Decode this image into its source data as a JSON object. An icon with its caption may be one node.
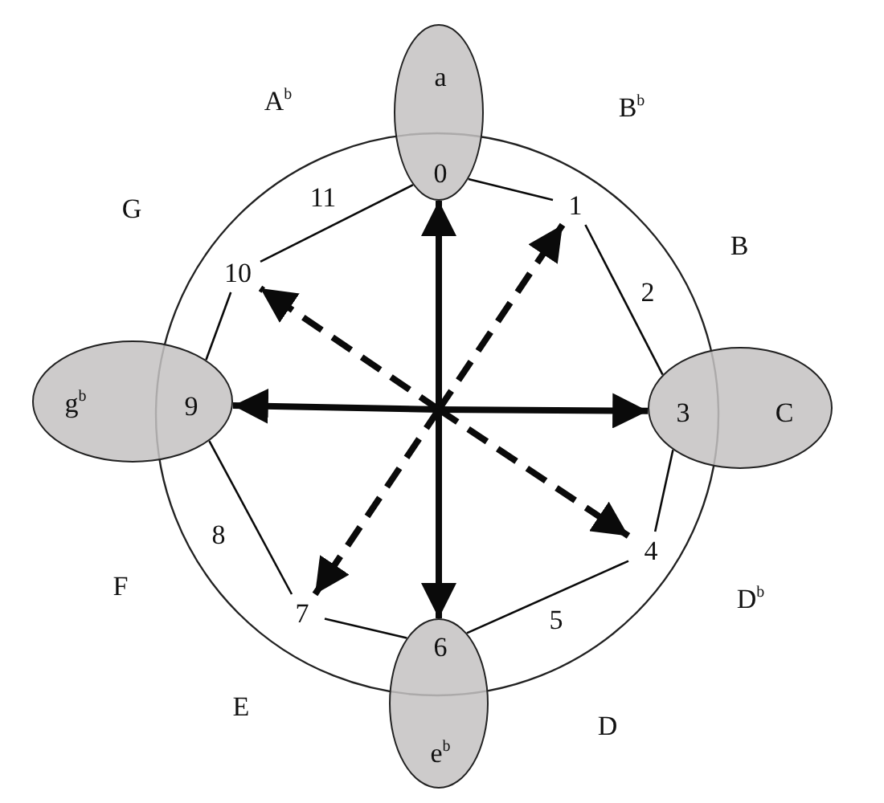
{
  "diagram": {
    "nodes": [
      {
        "text": [
          "a",
          "0"
        ]
      },
      {
        "text": [
          "1"
        ]
      },
      {
        "text": [
          "10"
        ]
      },
      {
        "text": [
          "g$^{b}$",
          "9"
        ]
      },
      {
        "text": [
          "3",
          "C"
        ]
      },
      {
        "text": [
          "7"
        ]
      },
      {
        "text": [
          "4"
        ]
      },
      {
        "text": [
          "6",
          "e$^{b}$"
        ]
      }
    ],
    "edges": [
      {
        "from": null,
        "to": 0,
        "arrow": "to",
        "style": "thick"
      },
      {
        "from": null,
        "to": 1,
        "arrow": "to",
        "style": "dashed"
      },
      {
        "from": null,
        "to": 2,
        "arrow": "to",
        "style": "dashed"
      },
      {
        "from": null,
        "to": 3,
        "arrow": "to",
        "style": "thick"
      },
      {
        "from": null,
        "to": 4,
        "arrow": "to",
        "style": "thick"
      },
      {
        "from": null,
        "to": 6,
        "arrow": "to",
        "style": "dashed"
      },
      {
        "from": null,
        "to": 5,
        "arrow": "to",
        "style": "dashed"
      },
      {
        "from": null,
        "to": 7,
        "arrow": "to",
        "style": "thick"
      },
      {
        "from": 0,
        "to": 1,
        "arrow": "none"
      },
      {
        "from": 1,
        "to": 4,
        "arrow": "none",
        "label": "2"
      },
      {
        "from": 4,
        "to": 6,
        "arrow": "none"
      },
      {
        "from": 6,
        "to": 7,
        "arrow": "none",
        "label": "5"
      },
      {
        "from": 7,
        "to": 5,
        "arrow": "none"
      },
      {
        "from": 5,
        "to": 3,
        "arrow": "none",
        "label": "8"
      },
      {
        "from": 3,
        "to": 2,
        "arrow": "none"
      },
      {
        "from": 2,
        "to": 0,
        "arrow": "none",
        "label": "11"
      }
    ],
    "labels": [
      "A$^{b}$",
      "B$^{b}$",
      "G",
      "B",
      "F",
      "D$^{b}$",
      "E",
      "D"
    ]
  }
}
